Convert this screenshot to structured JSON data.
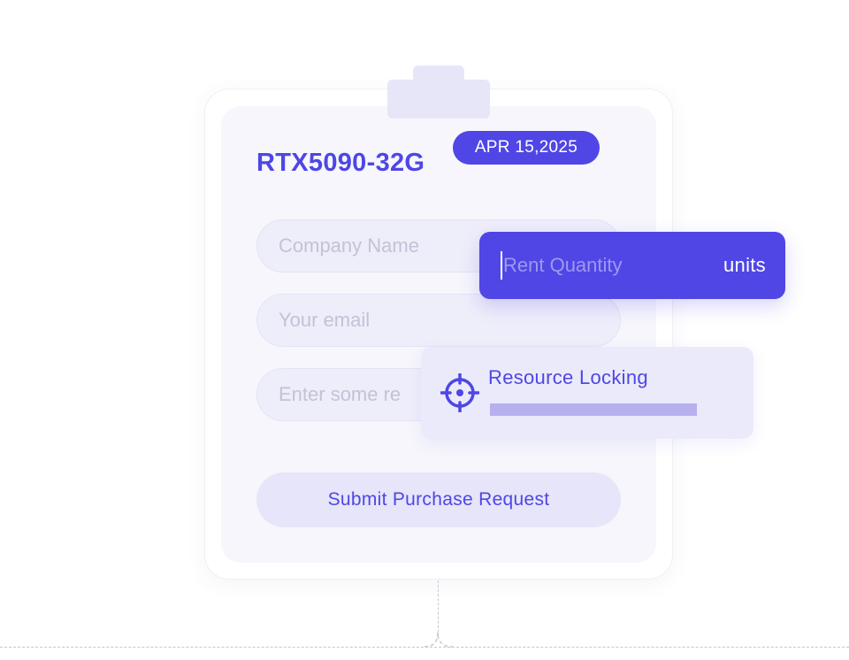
{
  "product": {
    "title": "RTX5090-32G",
    "date": "APR 15,2025"
  },
  "form": {
    "company_placeholder": "Company Name",
    "email_placeholder": "Your email",
    "remarks_placeholder": "Enter some re",
    "submit_label": "Submit Purchase Request"
  },
  "rent": {
    "placeholder": "Rent Quantity",
    "unit": "units"
  },
  "lock": {
    "label": "Resource Locking",
    "icon": "crosshair-icon",
    "progress": 1.0
  },
  "colors": {
    "accent": "#4f46e5",
    "card_bg": "#f6f6fc",
    "field_bg": "#eeeefa"
  }
}
